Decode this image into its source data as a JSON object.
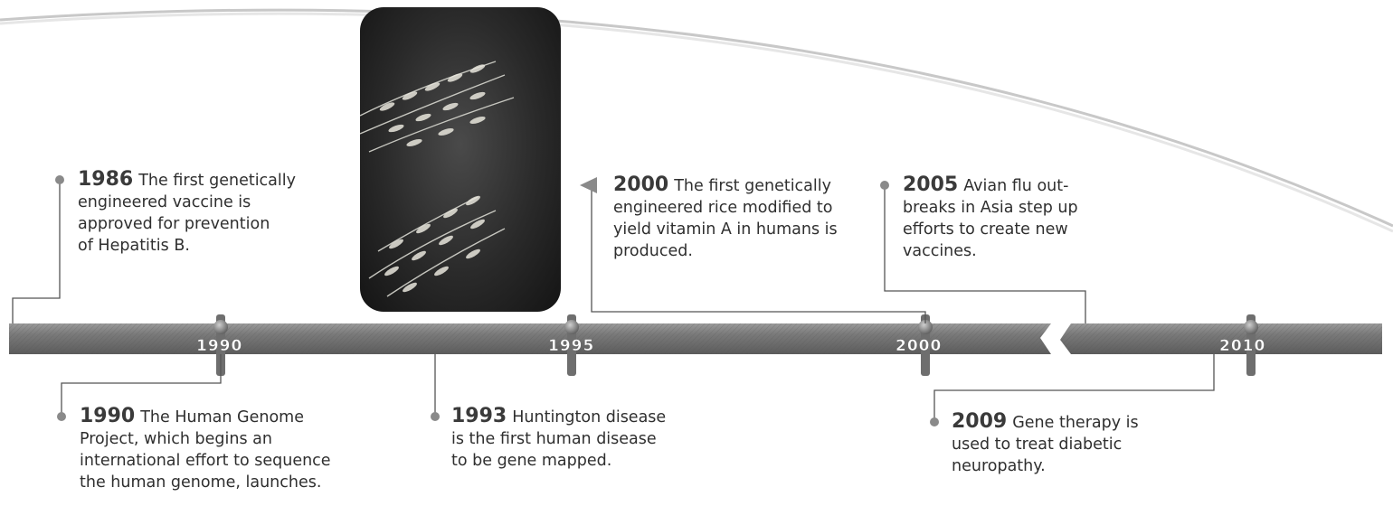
{
  "timeline": {
    "ticks": [
      "1990",
      "1995",
      "2000",
      "2010"
    ]
  },
  "events": {
    "e1986": {
      "year": "1986",
      "lines": [
        "The first genetically",
        "engineered vaccine is",
        "approved for prevention",
        "of Hepatitis B."
      ]
    },
    "e1990": {
      "year": "1990",
      "lines": [
        "The Human Genome",
        "Project, which begins an",
        "international effort to sequence",
        "the human genome, launches."
      ]
    },
    "e1993": {
      "year": "1993",
      "lines": [
        "Huntington disease",
        "is the first human disease",
        "to be gene mapped."
      ]
    },
    "e2000": {
      "year": "2000",
      "lines": [
        "The first genetically",
        "engineered rice modified to",
        "yield vitamin A in humans is",
        "produced."
      ]
    },
    "e2005": {
      "year": "2005",
      "lines": [
        "Avian flu out-",
        "breaks in Asia step up",
        "efforts to create new",
        "vaccines."
      ]
    },
    "e2009": {
      "year": "2009",
      "lines": [
        "Gene therapy is",
        "used to treat diabetic",
        "neuropathy."
      ]
    }
  },
  "photo": {
    "subject": "rice-plant-panicles"
  }
}
